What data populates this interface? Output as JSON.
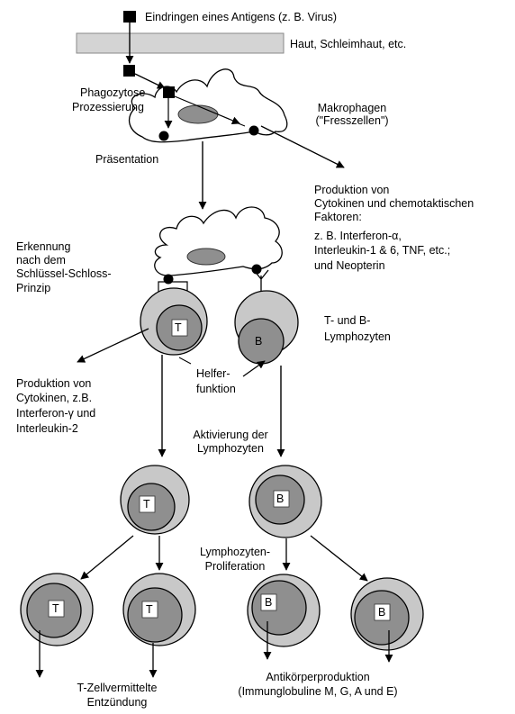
{
  "top": {
    "antigen_entry": "Eindringen eines Antigens (z. B. Virus)",
    "barrier": "Haut, Schleimhaut, etc."
  },
  "macrophage": {
    "phagocytosis": "Phagozytose",
    "processing": "Prozessierung",
    "name": "Makrophagen",
    "name_note": "(\"Fresszellen\")",
    "presentation": "Präsentation"
  },
  "cytokines_macrophage": {
    "lines": [
      "Produktion von",
      "Cytokinen und chemotaktischen",
      "Faktoren:",
      "z. B. Interferon-α,",
      "Interleukin-1 & 6, TNF, etc.;",
      "und Neopterin"
    ]
  },
  "recognition": {
    "lines": [
      "Erkennung",
      "nach dem",
      "Schlüssel-Schloss-",
      "Prinzip"
    ]
  },
  "lymphocytes": {
    "t_letter": "T",
    "b_letter": "B",
    "label_line1": "T- und B-",
    "label_line2": "Lymphozyten"
  },
  "t_cytokines": {
    "lines": [
      "Produktion von",
      "Cytokinen, z.B.",
      "Interferon-γ und",
      "Interleukin-2"
    ]
  },
  "helper": {
    "line1": "Helfer-",
    "line2": "funktion"
  },
  "activation": {
    "line1": "Aktivierung der",
    "line2": "Lymphozyten"
  },
  "proliferation": {
    "line1": "Lymphozyten-",
    "line2": "Proliferation"
  },
  "outcomes": {
    "t_line1": "T-Zellvermittelte",
    "t_line2": "Entzündung",
    "b_line1": "Antikörperproduktion",
    "b_line2": "(Immunglobuline M, G, A und E)"
  }
}
